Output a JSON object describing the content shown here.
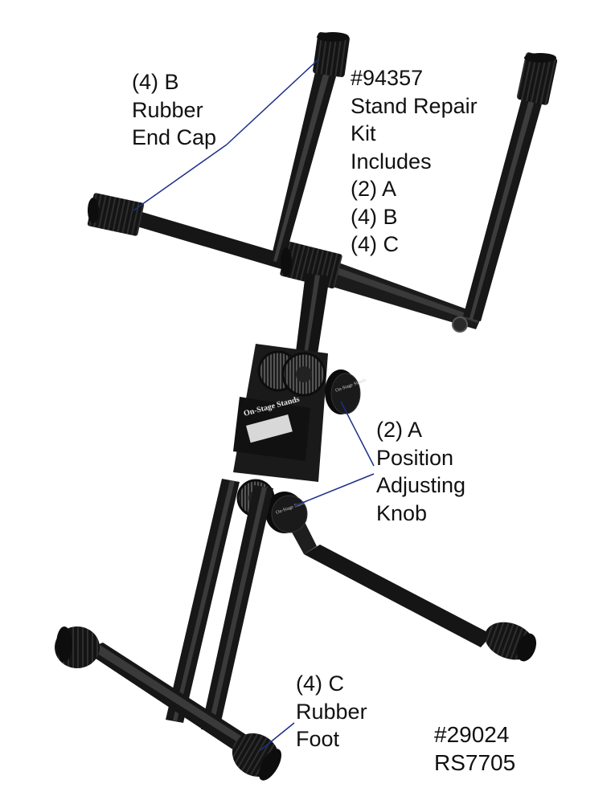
{
  "figure": {
    "labels": {
      "part_b": [
        "(4) B",
        "Rubber",
        "End Cap"
      ],
      "repair_kit": [
        "#94357",
        "Stand Repair",
        "Kit",
        "Includes"
      ],
      "repair_kit_items": [
        "(2) A",
        "(4) B",
        "(4) C"
      ],
      "part_a": [
        "(2) A",
        "Position",
        "Adjusting",
        "Knob"
      ],
      "part_c": [
        "(4) C",
        "Rubber",
        "Foot"
      ],
      "part_numbers": [
        "#29024",
        "RS7705"
      ]
    },
    "product_marking": {
      "brand_text": "On-Stage Stands",
      "knob_text": "On-Stage Stands"
    },
    "colors": {
      "stand": "#161616",
      "stand_highlight": "#3a3a3a",
      "leader_line": "#1c2f8a",
      "text": "#111111",
      "background": "#ffffff"
    }
  }
}
